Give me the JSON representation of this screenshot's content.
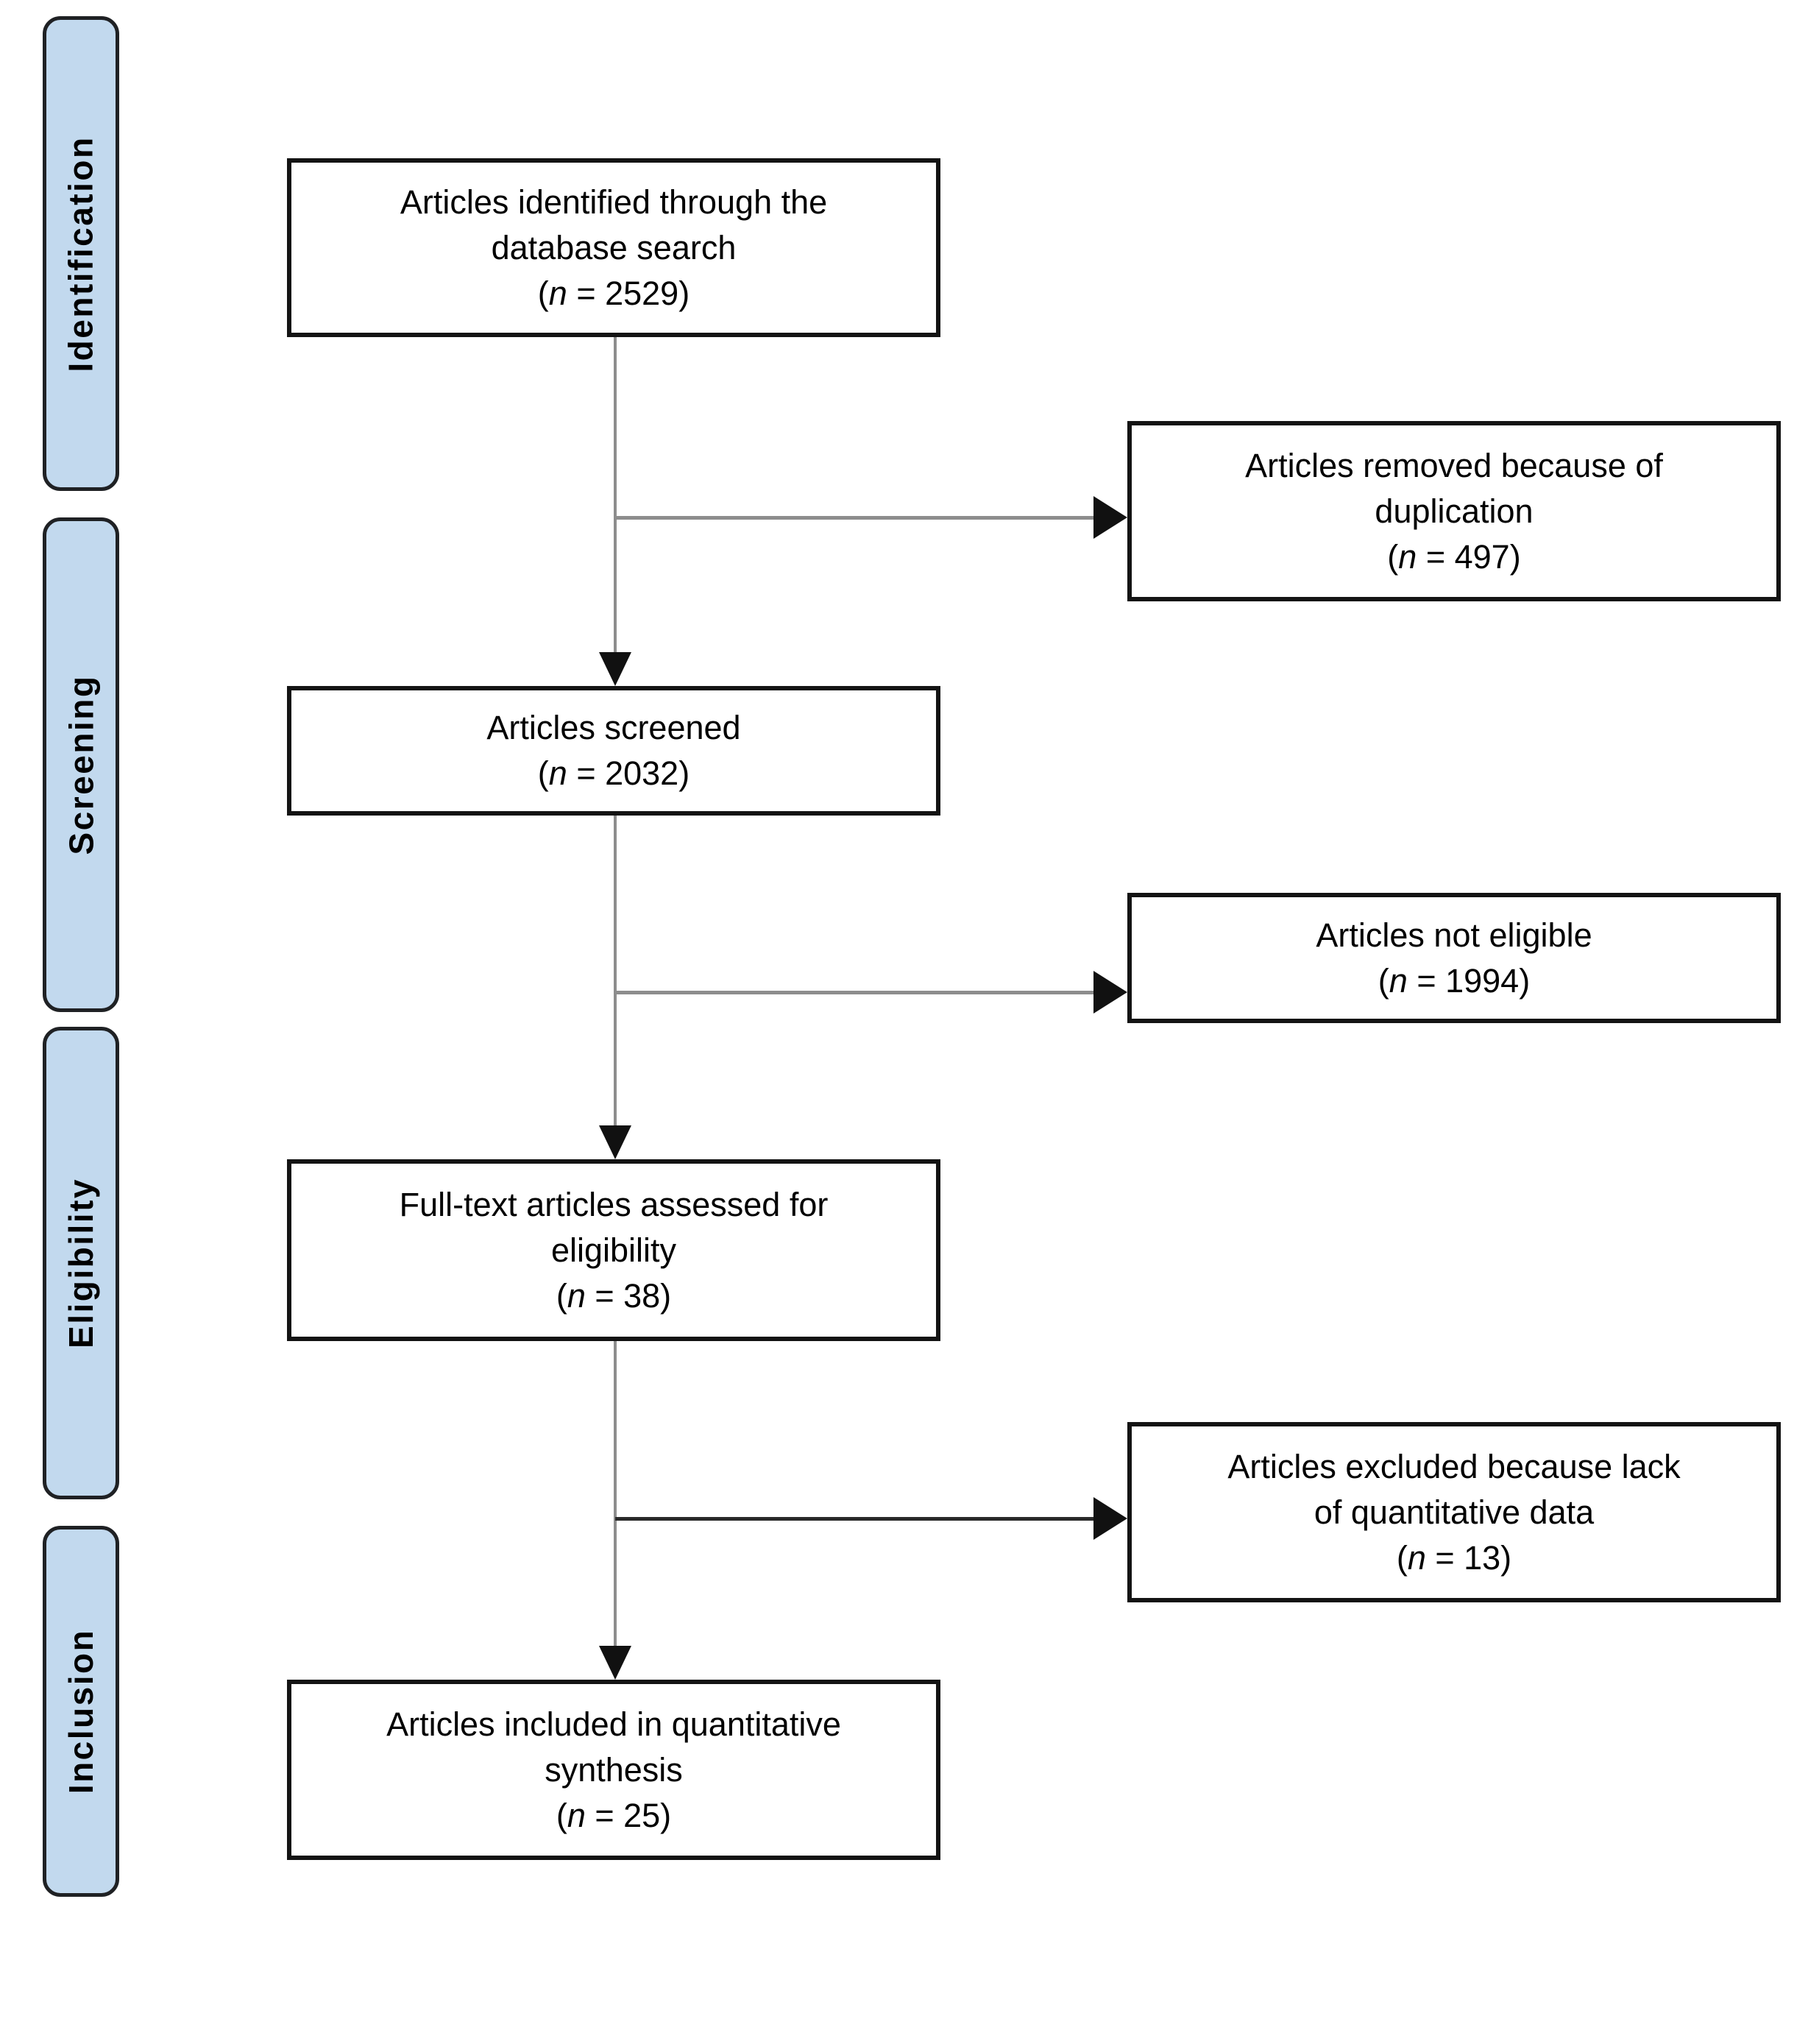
{
  "sidebar": {
    "stages": [
      {
        "label": "Identification"
      },
      {
        "label": "Screening"
      },
      {
        "label": "Eligibility"
      },
      {
        "label": "Inclusion"
      }
    ]
  },
  "flow": {
    "main_boxes": [
      {
        "lines": [
          "Articles identified through the",
          "database search"
        ],
        "count": "(n = 2529)"
      },
      {
        "lines": [
          "Articles screened"
        ],
        "count": "(n = 2032)"
      },
      {
        "lines": [
          "Full-text articles assessed for",
          "eligibility"
        ],
        "count": "(n = 38)"
      },
      {
        "lines": [
          "Articles included in quantitative",
          "synthesis"
        ],
        "count": "(n = 25)"
      }
    ],
    "side_boxes": [
      {
        "lines": [
          "Articles removed because of",
          "duplication"
        ],
        "count": "(n = 497)"
      },
      {
        "lines": [
          "Articles not eligible"
        ],
        "count": "(n = 1994)"
      },
      {
        "lines": [
          "Articles excluded because lack",
          "of quantitative data"
        ],
        "count": "(n = 13)"
      }
    ]
  },
  "colors": {
    "stage_fill": "#c2d9ee",
    "stage_border": "#1f2124",
    "box_fill": "#ffffff",
    "box_border": "#131313",
    "arrow_gray": "#8d8d8d",
    "arrow_dark": "#2a2a2a",
    "arrowhead": "#111111",
    "text": "#000000"
  }
}
